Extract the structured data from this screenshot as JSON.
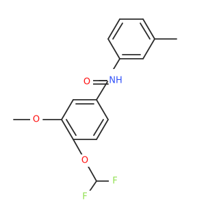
{
  "colors": {
    "bond": "#2b2b2b",
    "oxygen": "#ff0d0d",
    "nitrogen": "#3050f8",
    "fluorine": "#90e050",
    "background": "#ffffff"
  },
  "atoms": {
    "O_carbonyl": "O",
    "NH": "NH",
    "O_methoxy": "O",
    "O_ether": "O",
    "F_right": "F",
    "F_bottom": "F"
  }
}
